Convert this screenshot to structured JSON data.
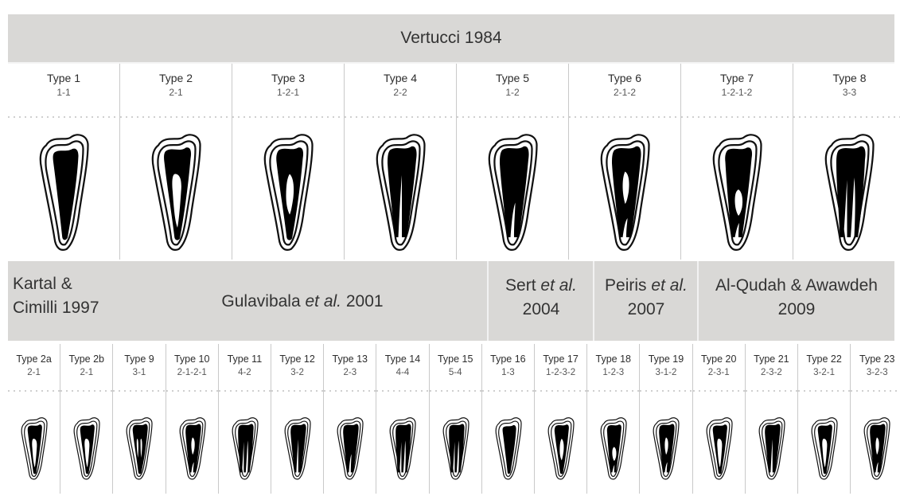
{
  "title": "Vertucci 1984",
  "top_types": [
    {
      "name": "Type 1",
      "code": "1-1",
      "canal": "single"
    },
    {
      "name": "Type 2",
      "code": "2-1",
      "canal": "two-one"
    },
    {
      "name": "Type 3",
      "code": "1-2-1",
      "canal": "one-two-one"
    },
    {
      "name": "Type 4",
      "code": "2-2",
      "canal": "two-two"
    },
    {
      "name": "Type 5",
      "code": "1-2",
      "canal": "one-two"
    },
    {
      "name": "Type 6",
      "code": "2-1-2",
      "canal": "two-one-two"
    },
    {
      "name": "Type 7",
      "code": "1-2-1-2",
      "canal": "one-two-one-two"
    },
    {
      "name": "Type 8",
      "code": "3-3",
      "canal": "three"
    }
  ],
  "groups": [
    {
      "label_line1": "Kartal &",
      "label_line2": "Cimilli 1997"
    },
    {
      "label_prefix": "Gulavibala ",
      "label_italic": "et al.",
      "label_suffix": " 2001"
    },
    {
      "label_line1_prefix": "Sert ",
      "label_line1_italic": "et al.",
      "label_line2": "2004"
    },
    {
      "label_line1_prefix": "Peiris ",
      "label_line1_italic": "et al.",
      "label_line2": "2007"
    },
    {
      "label_line1": "Al-Qudah & Awawdeh",
      "label_line2": "2009"
    }
  ],
  "bottom_types": [
    {
      "name": "Type 2a",
      "code": "2-1",
      "canal": "two-one"
    },
    {
      "name": "Type 2b",
      "code": "2-1",
      "canal": "two-one"
    },
    {
      "name": "Type 9",
      "code": "3-1",
      "canal": "three-one"
    },
    {
      "name": "Type 10",
      "code": "2-1-2-1",
      "canal": "two-one-two"
    },
    {
      "name": "Type 11",
      "code": "4-2",
      "canal": "three"
    },
    {
      "name": "Type 12",
      "code": "3-2",
      "canal": "two-two"
    },
    {
      "name": "Type 13",
      "code": "2-3",
      "canal": "one-two"
    },
    {
      "name": "Type 14",
      "code": "4-4",
      "canal": "three"
    },
    {
      "name": "Type 15",
      "code": "5-4",
      "canal": "three"
    },
    {
      "name": "Type 16",
      "code": "1-3",
      "canal": "single"
    },
    {
      "name": "Type 17",
      "code": "1-2-3-2",
      "canal": "one-two-one"
    },
    {
      "name": "Type 18",
      "code": "1-2-3",
      "canal": "one-two-one-two"
    },
    {
      "name": "Type 19",
      "code": "3-1-2",
      "canal": "two-one-two"
    },
    {
      "name": "Type 20",
      "code": "2-3-1",
      "canal": "two-one"
    },
    {
      "name": "Type 21",
      "code": "2-3-2",
      "canal": "two-two"
    },
    {
      "name": "Type 22",
      "code": "3-2-1",
      "canal": "two-one"
    },
    {
      "name": "Type 23",
      "code": "3-2-3",
      "canal": "two-one-two"
    }
  ],
  "colors": {
    "header_bg": "#d9d8d6",
    "canal": "#000000",
    "tooth_outline": "#111111"
  }
}
